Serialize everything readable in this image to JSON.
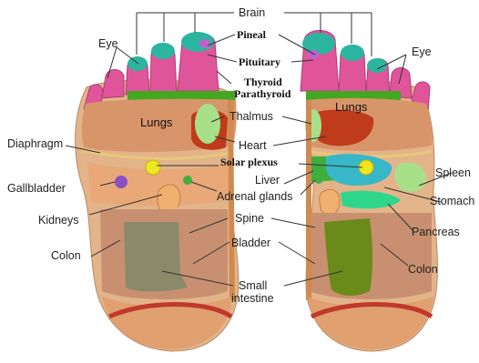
{
  "diagram": {
    "labels": {
      "brain": "Brain",
      "eye_left": "Eye",
      "eye_right": "Eye",
      "pineal": "Pineal",
      "pituitary": "Pituitary",
      "thyroid": "Thyroid",
      "parathyroid": "Parathyroid",
      "lungs_left": "Lungs",
      "lungs_right": "Lungs",
      "thalmus": "Thalmus",
      "diaphragm": "Diaphragm",
      "heart": "Heart",
      "solar_plexus": "Solar plexus",
      "liver": "Liver",
      "spleen": "Spleen",
      "gallbladder": "Gallbladder",
      "adrenal_glands": "Adrenal glands",
      "stomach": "Stomach",
      "kidneys": "Kidneys",
      "spine": "Spine",
      "pancreas": "Pancreas",
      "colon_left": "Colon",
      "colon_right": "Colon",
      "bladder": "Bladder",
      "small_intestine_line1": "Small",
      "small_intestine_line2": "intestine"
    },
    "colors": {
      "toe": "#e0559a",
      "toe_tip": "#2bb5a0",
      "thyroid_band": "#42a822",
      "lung_zone": "#d9956a",
      "foot_base": "#e3b48a",
      "heart": "#bf3b1b",
      "thalmus": "#a8e08a",
      "solar_plexus": "#f0e61e",
      "gallbladder": "#8a4fc0",
      "liver": "#3fae3f",
      "stomach": "#36b8c8",
      "spleen": "#a8e08a",
      "pancreas": "#2ed68c",
      "kidney": "#f0b070",
      "colon_zone": "#c89070",
      "small_intestine_left": "#8a8a6a",
      "small_intestine_right": "#6a8a1a",
      "heel_arc": "#c0392b"
    }
  }
}
